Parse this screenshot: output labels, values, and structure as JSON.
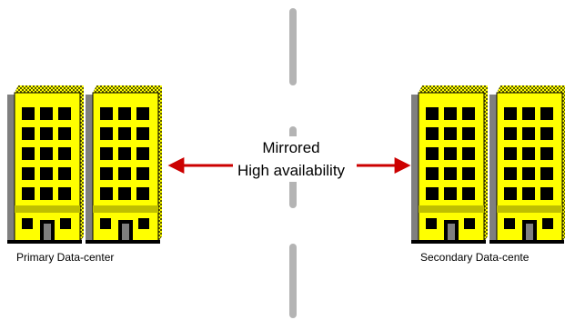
{
  "diagram": {
    "primary_label": "Primary Data-center",
    "secondary_label": "Secondary Data-cente",
    "link_line1": "Mirrored",
    "link_line2": "High availability"
  },
  "colors": {
    "building_fill": "#ffff00",
    "building_side": "#8a8a00",
    "building_shadow": "#7f7f7f",
    "window": "#000000",
    "arrow": "#cc0000",
    "divider": "#b4b4b4"
  },
  "icons": {
    "building": "office-building-icon",
    "arrow": "double-arrow-icon"
  }
}
